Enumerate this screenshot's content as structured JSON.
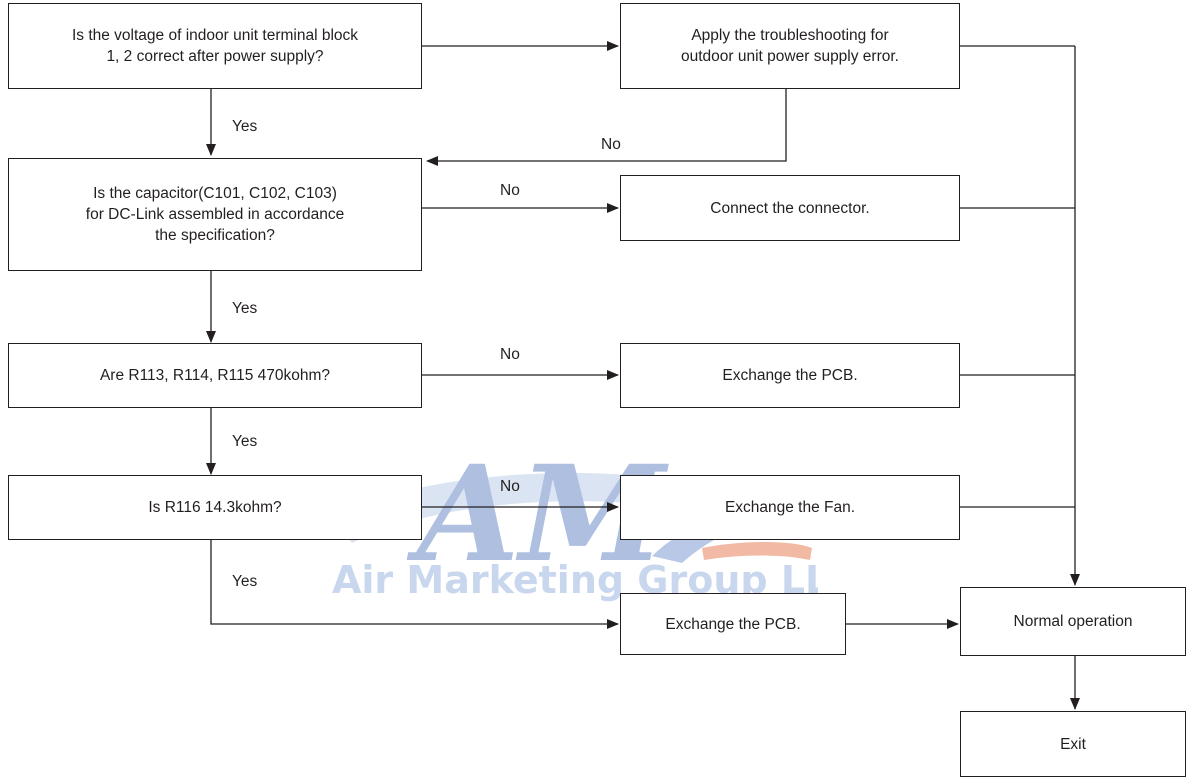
{
  "watermark": {
    "logo_letters": "AMG",
    "company": "Air Marketing Group LLC"
  },
  "nodes": {
    "q1": "Is the voltage of indoor unit terminal block\n1, 2 correct after power supply?",
    "a1": "Apply the troubleshooting for\noutdoor unit power supply error.",
    "q2": "Is the capacitor(C101, C102, C103)\nfor DC-Link assembled in accordance\nthe specification?",
    "a2": "Connect the connector.",
    "q3": "Are R113, R114, R115 470kohm?",
    "a3": "Exchange the PCB.",
    "q4": "Is R116 14.3kohm?",
    "a4": "Exchange the Fan.",
    "a5": "Exchange the PCB.",
    "normal": "Normal operation",
    "exit": "Exit"
  },
  "labels": {
    "yes": "Yes",
    "no": "No"
  }
}
